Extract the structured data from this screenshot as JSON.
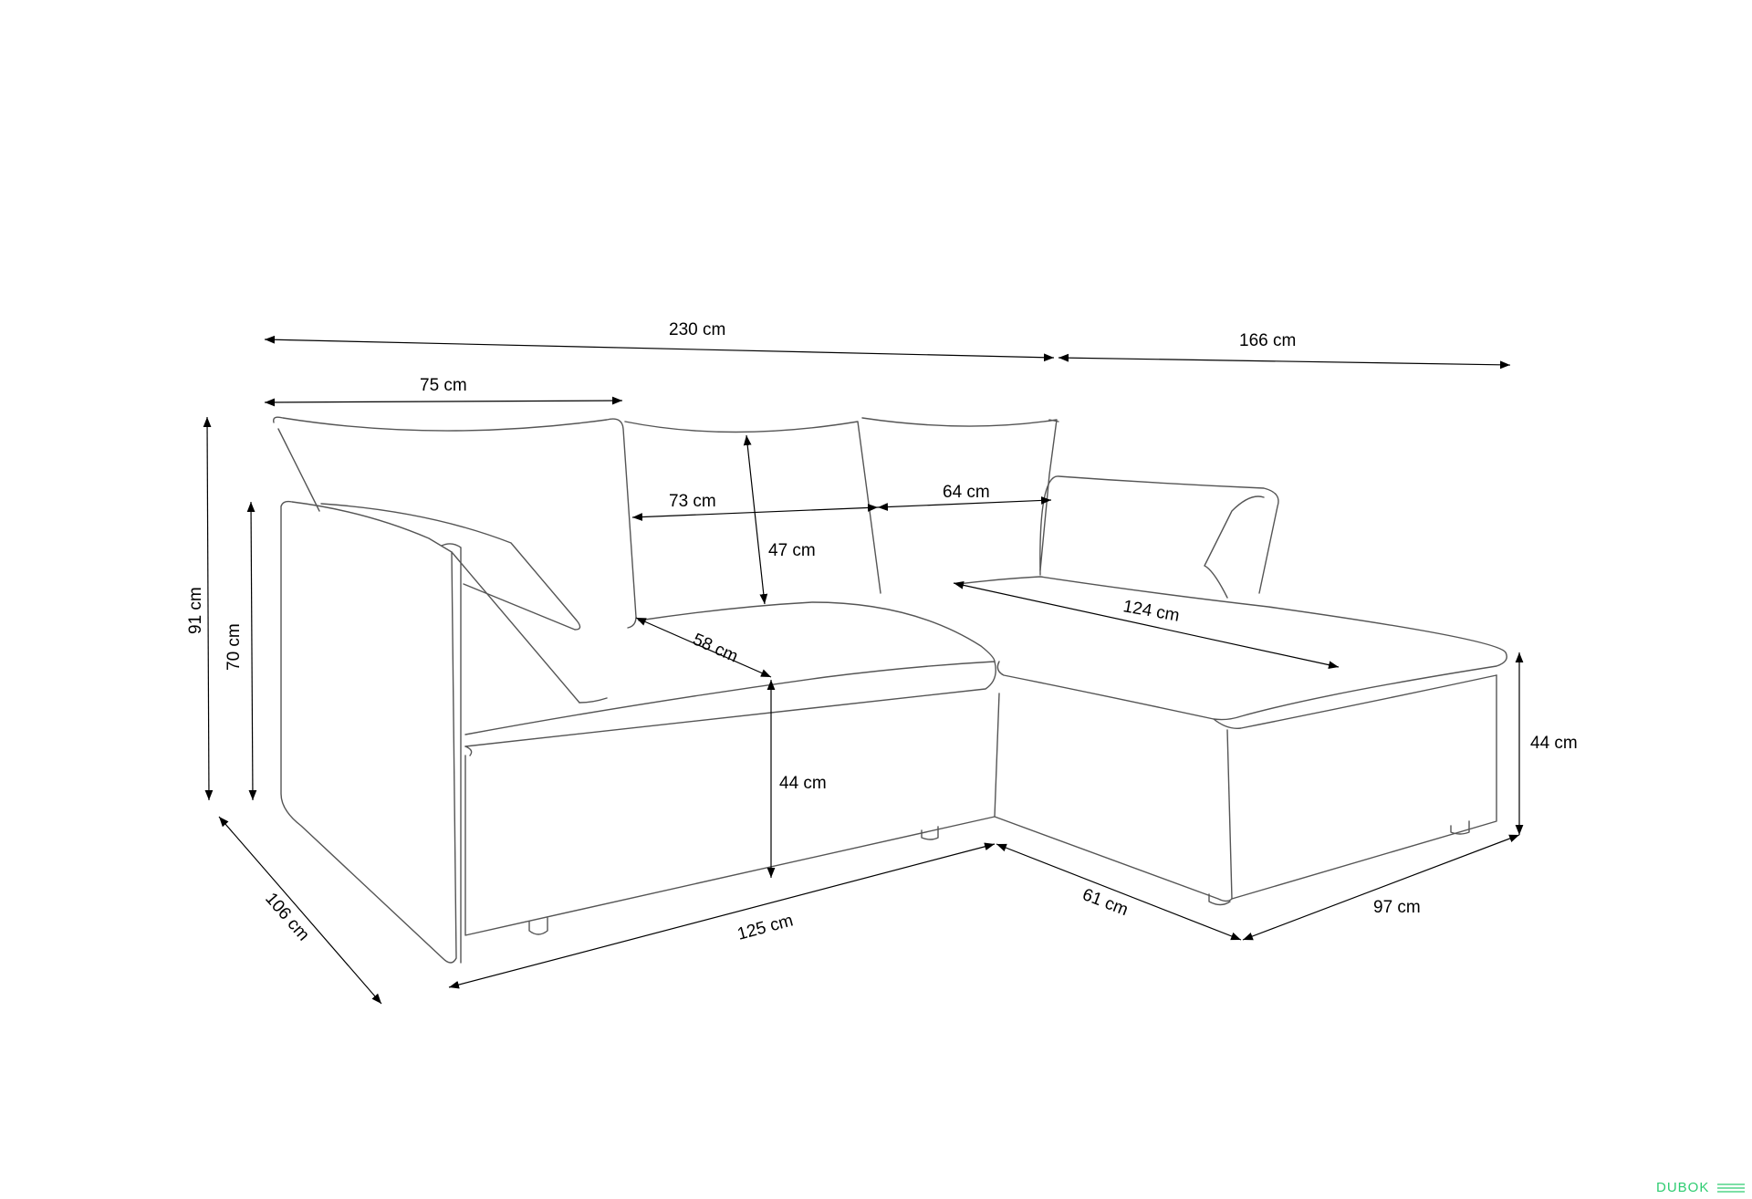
{
  "dimensions": {
    "total_width": "230 cm",
    "chaise_length": "166 cm",
    "armrest_width": "75 cm",
    "total_height": "91 cm",
    "armrest_height": "70 cm",
    "back_cushion_width_1": "73 cm",
    "back_cushion_width_2": "64 cm",
    "back_cushion_height": "47 cm",
    "seat_depth": "58 cm",
    "chaise_seat_length": "124 cm",
    "seat_height": "44 cm",
    "chaise_height": "44 cm",
    "depth": "106 cm",
    "base_width": "125 cm",
    "chaise_width": "61 cm",
    "chaise_base_length": "97 cm"
  },
  "watermark": {
    "text": "DUBOK",
    "color": "#2ecc71"
  }
}
